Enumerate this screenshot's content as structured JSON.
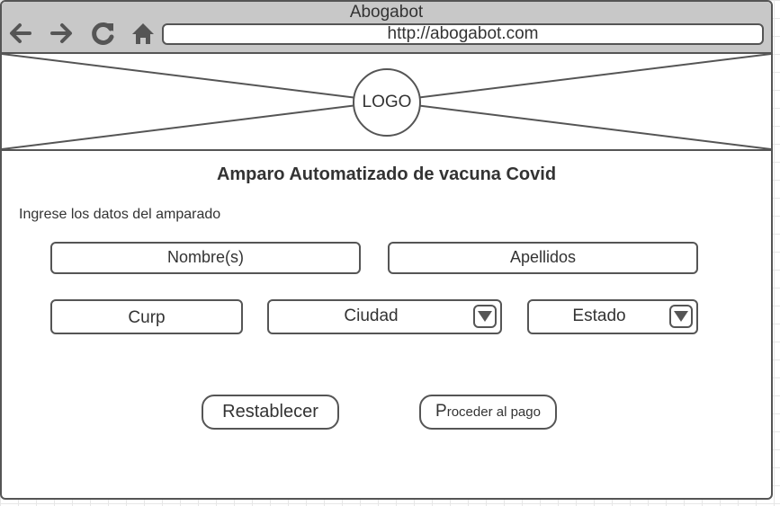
{
  "browser": {
    "title": "Abogabot",
    "url": "http://abogabot.com",
    "nav_icons": [
      "back-arrow-icon",
      "forward-arrow-icon",
      "reload-icon",
      "home-icon"
    ]
  },
  "hero": {
    "logo_text": "LOGO"
  },
  "page": {
    "title": "Amparo Automatizado de vacuna Covid",
    "instructions": "Ingrese los datos del amparado"
  },
  "form": {
    "nombre_placeholder": "Nombre(s)",
    "apellidos_placeholder": "Apellidos",
    "curp_placeholder": "Curp",
    "ciudad_label": "Ciudad",
    "estado_label": "Estado"
  },
  "buttons": {
    "reset_label": "Restablecer",
    "pay_first_letter": "P",
    "pay_rest": "roceder al pago"
  },
  "colors": {
    "stroke": "#555555",
    "chrome": "#c8c8c8",
    "text": "#333333"
  }
}
